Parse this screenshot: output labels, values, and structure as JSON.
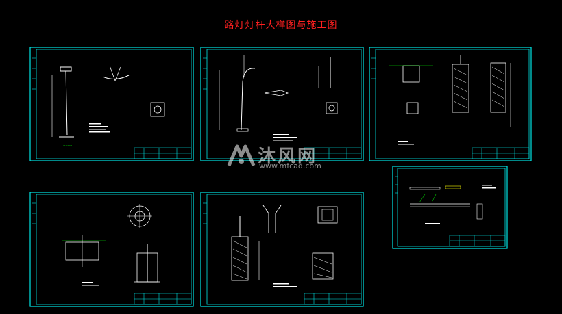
{
  "title": "路灯灯杆大样图与施工图",
  "watermark": {
    "brand": "沐风网",
    "url": "www.mfcad.com"
  },
  "colors": {
    "background": "#000000",
    "frame": "#00e5e5",
    "title": "#ff2020",
    "linework": "#ffffff",
    "accent_green": "#00ff00",
    "accent_yellow": "#ffff00"
  },
  "sheets": [
    {
      "id": "sheet-1",
      "content": "lamp-pole-elevation"
    },
    {
      "id": "sheet-2",
      "content": "lamp-arm-detail"
    },
    {
      "id": "sheet-3",
      "content": "foundation-sections"
    },
    {
      "id": "sheet-4",
      "content": "flange-and-base-detail"
    },
    {
      "id": "sheet-5",
      "content": "pole-foundation-detail"
    },
    {
      "id": "sheet-6",
      "content": "cable-layout"
    }
  ]
}
